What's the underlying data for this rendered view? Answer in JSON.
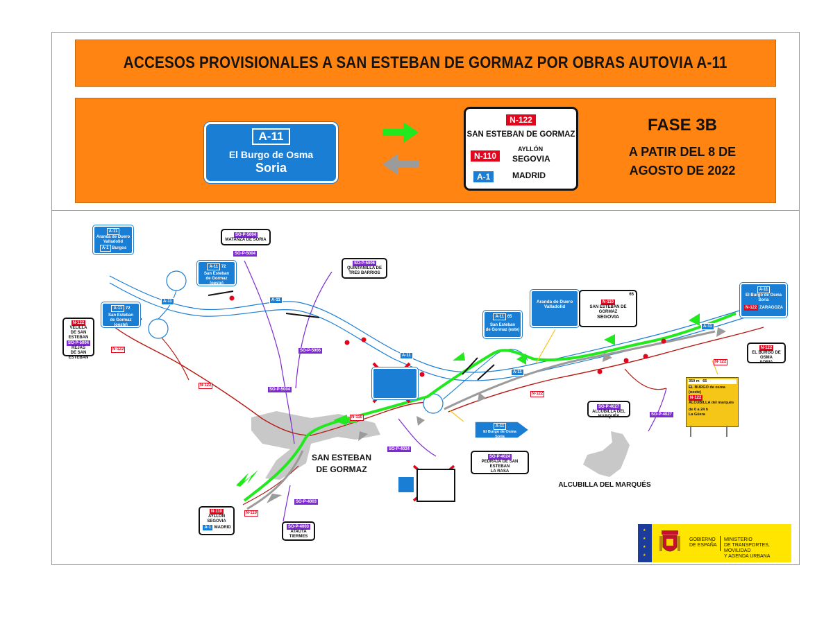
{
  "title": "ACCESOS PROVISIONALES A SAN ESTEBAN DE GORMAZ  POR OBRAS AUTOVIA A-11",
  "legend": {
    "a11_sign": {
      "code": "A-11",
      "line1": "El Burgo de Osma",
      "line2": "Soria"
    },
    "white_sign": {
      "n122": "N-122",
      "town": "SAN ESTEBAN DE GORMAZ",
      "n110": "N-110",
      "ayllon": "AYLLÓN",
      "segovia": "SEGOVIA",
      "a1": "A-1",
      "madrid": "MADRID"
    },
    "phase": "FASE 3B",
    "date_line1": "A PATIR DEL  8 DE",
    "date_line2": "AGOSTO DE 2022",
    "colors": {
      "orange": "#ff8412",
      "green_arrow": "#22e81e",
      "grey_arrow": "#9b9b9b",
      "blue_sign": "#1a7ed4"
    }
  },
  "map": {
    "places": {
      "san_esteban_1": "SAN ESTEBAN",
      "san_esteban_2": "DE GORMAZ",
      "alcubilla": "ALCUBILLA DEL MARQUÉS"
    },
    "signs": {
      "nw_sign": {
        "code": "A-11",
        "l1": "Aranda de Duero",
        "l2": "Valladolid",
        "l3": "A-1",
        "l4": "Burgos"
      },
      "so_p5004_top": {
        "code": "SO-P-5004",
        "text": "MATANZA DE SORIA"
      },
      "exit72_a": {
        "code": "A-11",
        "exit": "72",
        "l1": "San Esteban",
        "l2": "de Gormaz (oeste)"
      },
      "exit72_b": {
        "code": "A-11",
        "exit": "72",
        "l1": "San Esteban",
        "l2": "de Gormaz (oeste)"
      },
      "so_p5006": {
        "code": "SO-P-5006",
        "l1": "QUINTANILLA DE",
        "l2": "TRES BARRIOS"
      },
      "west_box": {
        "n122": "N-122",
        "l1": "VELILLA",
        "l2": "DE SAN ESTEBAN",
        "p5004": "SO-P-5004",
        "l3": "REJAS",
        "l4": "DE SAN ESTEBAN"
      },
      "exit65": {
        "code": "A-11",
        "exit": "65",
        "l1": "San Esteban",
        "l2": "de Gormaz (este)"
      },
      "ne_sign": {
        "code": "A-11",
        "l1": "El Burgo de Osma",
        "l2": "Soria",
        "l3": "N-122",
        "l4": "ZARAGOZA"
      },
      "overhead": {
        "l1": "Aranda de Duero",
        "l2": "Valladolid",
        "exit": "65",
        "n110": "N-110",
        "l3": "SAN ESTEBAN DE GORMAZ",
        "l4": "SEGOVIA"
      },
      "east_box": {
        "n122": "N-122",
        "l1": "EL BURGO DE OSMA",
        "l2": "SORIA"
      },
      "alcubilla_box": {
        "code": "SO-P-4027",
        "text": "ALCUBILLA DEL MARQUÉS"
      },
      "pedraja_box": {
        "code": "SO-P-4024",
        "l1": "PEDRAJA DE SAN ESTEBAN",
        "l2": "LA RASA"
      },
      "south_box": {
        "n110": "N-110",
        "l1": "AYLLÓN",
        "l2": "SEGOVIA",
        "a1": "A-1",
        "l3": "MADRID"
      },
      "atauta_box": {
        "code": "SO-P-4003",
        "l1": "ATAUTA",
        "l2": "TIERMES"
      },
      "soria_arrow": {
        "code": "A-11",
        "l1": "El Burgo de Osma",
        "l2": "Soria"
      },
      "big_sign": {
        "dist": "350 m",
        "exit": "65",
        "l1": "EL BURGO de osma",
        "l2": "(oeste)",
        "l3": "N-122",
        "l4": "ALCUBILLA del marqués",
        "l5": "de 0 a 24 h",
        "l6": "La Güera"
      }
    },
    "road_tags": {
      "n122_w1": "N-122",
      "n122_w2": "N-122",
      "n122_s": "N-122",
      "n122_e": "N-122",
      "n110_c": "N-110",
      "n110_s": "N-110",
      "p5004": "SO-P-5004",
      "p5006": "SO-P-5006",
      "p5004_mid": "SO-P-5004",
      "p4024": "SO-P-4024",
      "p4003": "SO-P-4003",
      "p4027": "SO-P-4027",
      "a11_1": "A-11",
      "a11_2": "A-11",
      "a11_3": "A-11",
      "a11_4": "A-11",
      "a11_5": "A-11"
    }
  },
  "footer": {
    "gov1": "GOBIERNO",
    "gov2": "DE ESPAÑA",
    "min1": "MINISTERIO",
    "min2": "DE TRANSPORTES, MOVILIDAD",
    "min3": "Y AGENDA URBANA"
  }
}
